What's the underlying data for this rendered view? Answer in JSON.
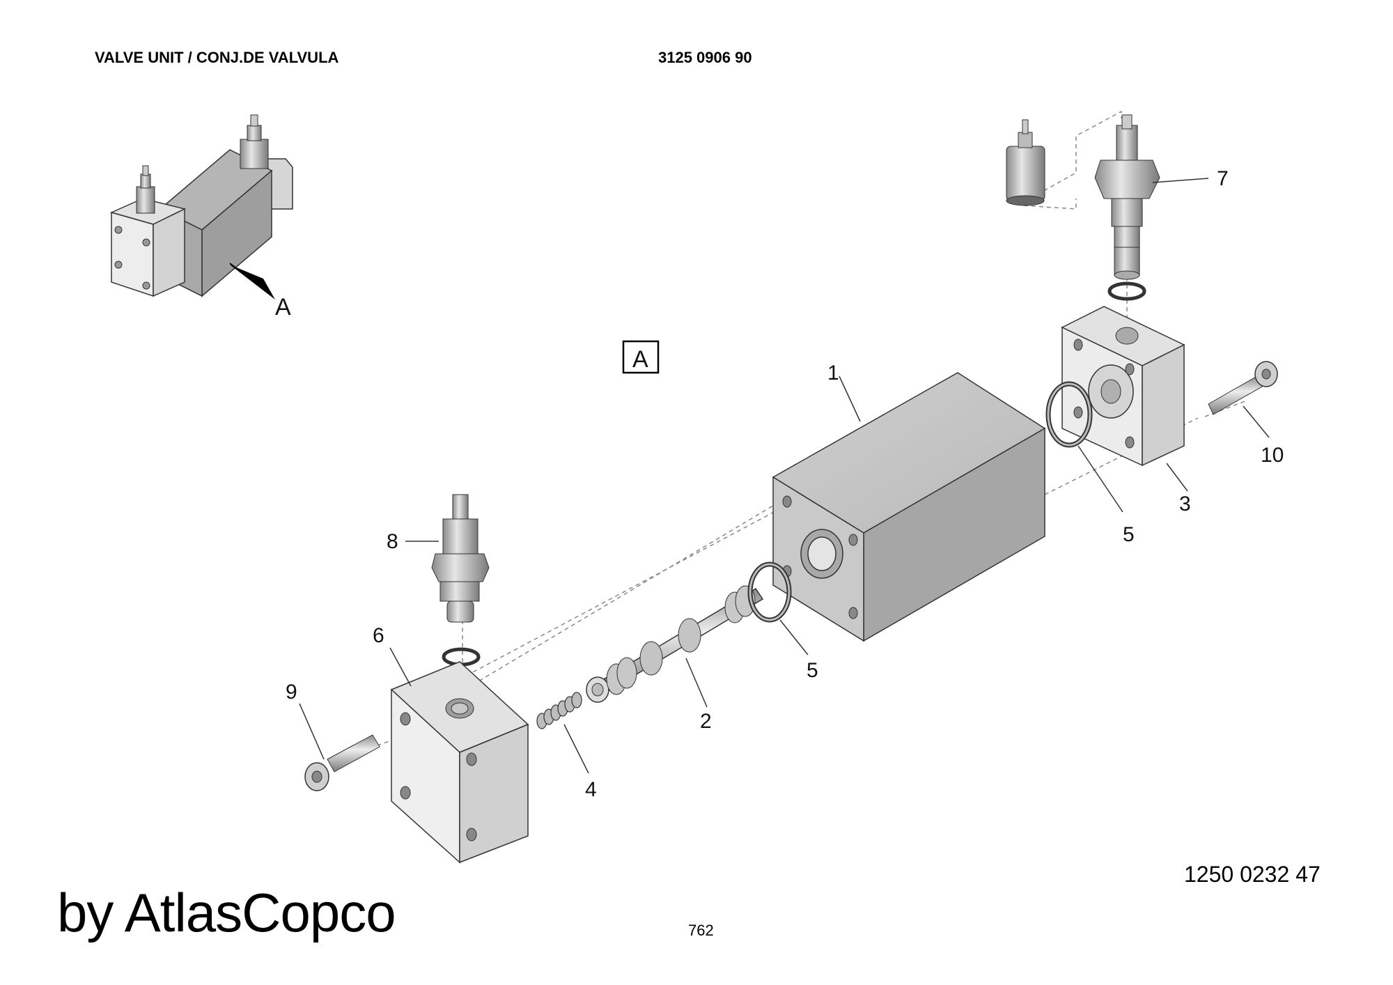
{
  "header": {
    "title": "VALVE UNIT / CONJ.DE VALVULA",
    "part_number": "3125 0906 90"
  },
  "view_labels": {
    "overview_pointer": "A",
    "detail_view": "A"
  },
  "callouts": {
    "c1": "1",
    "c2": "2",
    "c3": "3",
    "c4": "4",
    "c5a": "5",
    "c5b": "5",
    "c6": "6",
    "c7": "7",
    "c8": "8",
    "c9": "9",
    "c10": "10"
  },
  "footer": {
    "figure_number": "1250 0232 47",
    "page_number": "762",
    "brand": "by AtlasCopco"
  }
}
